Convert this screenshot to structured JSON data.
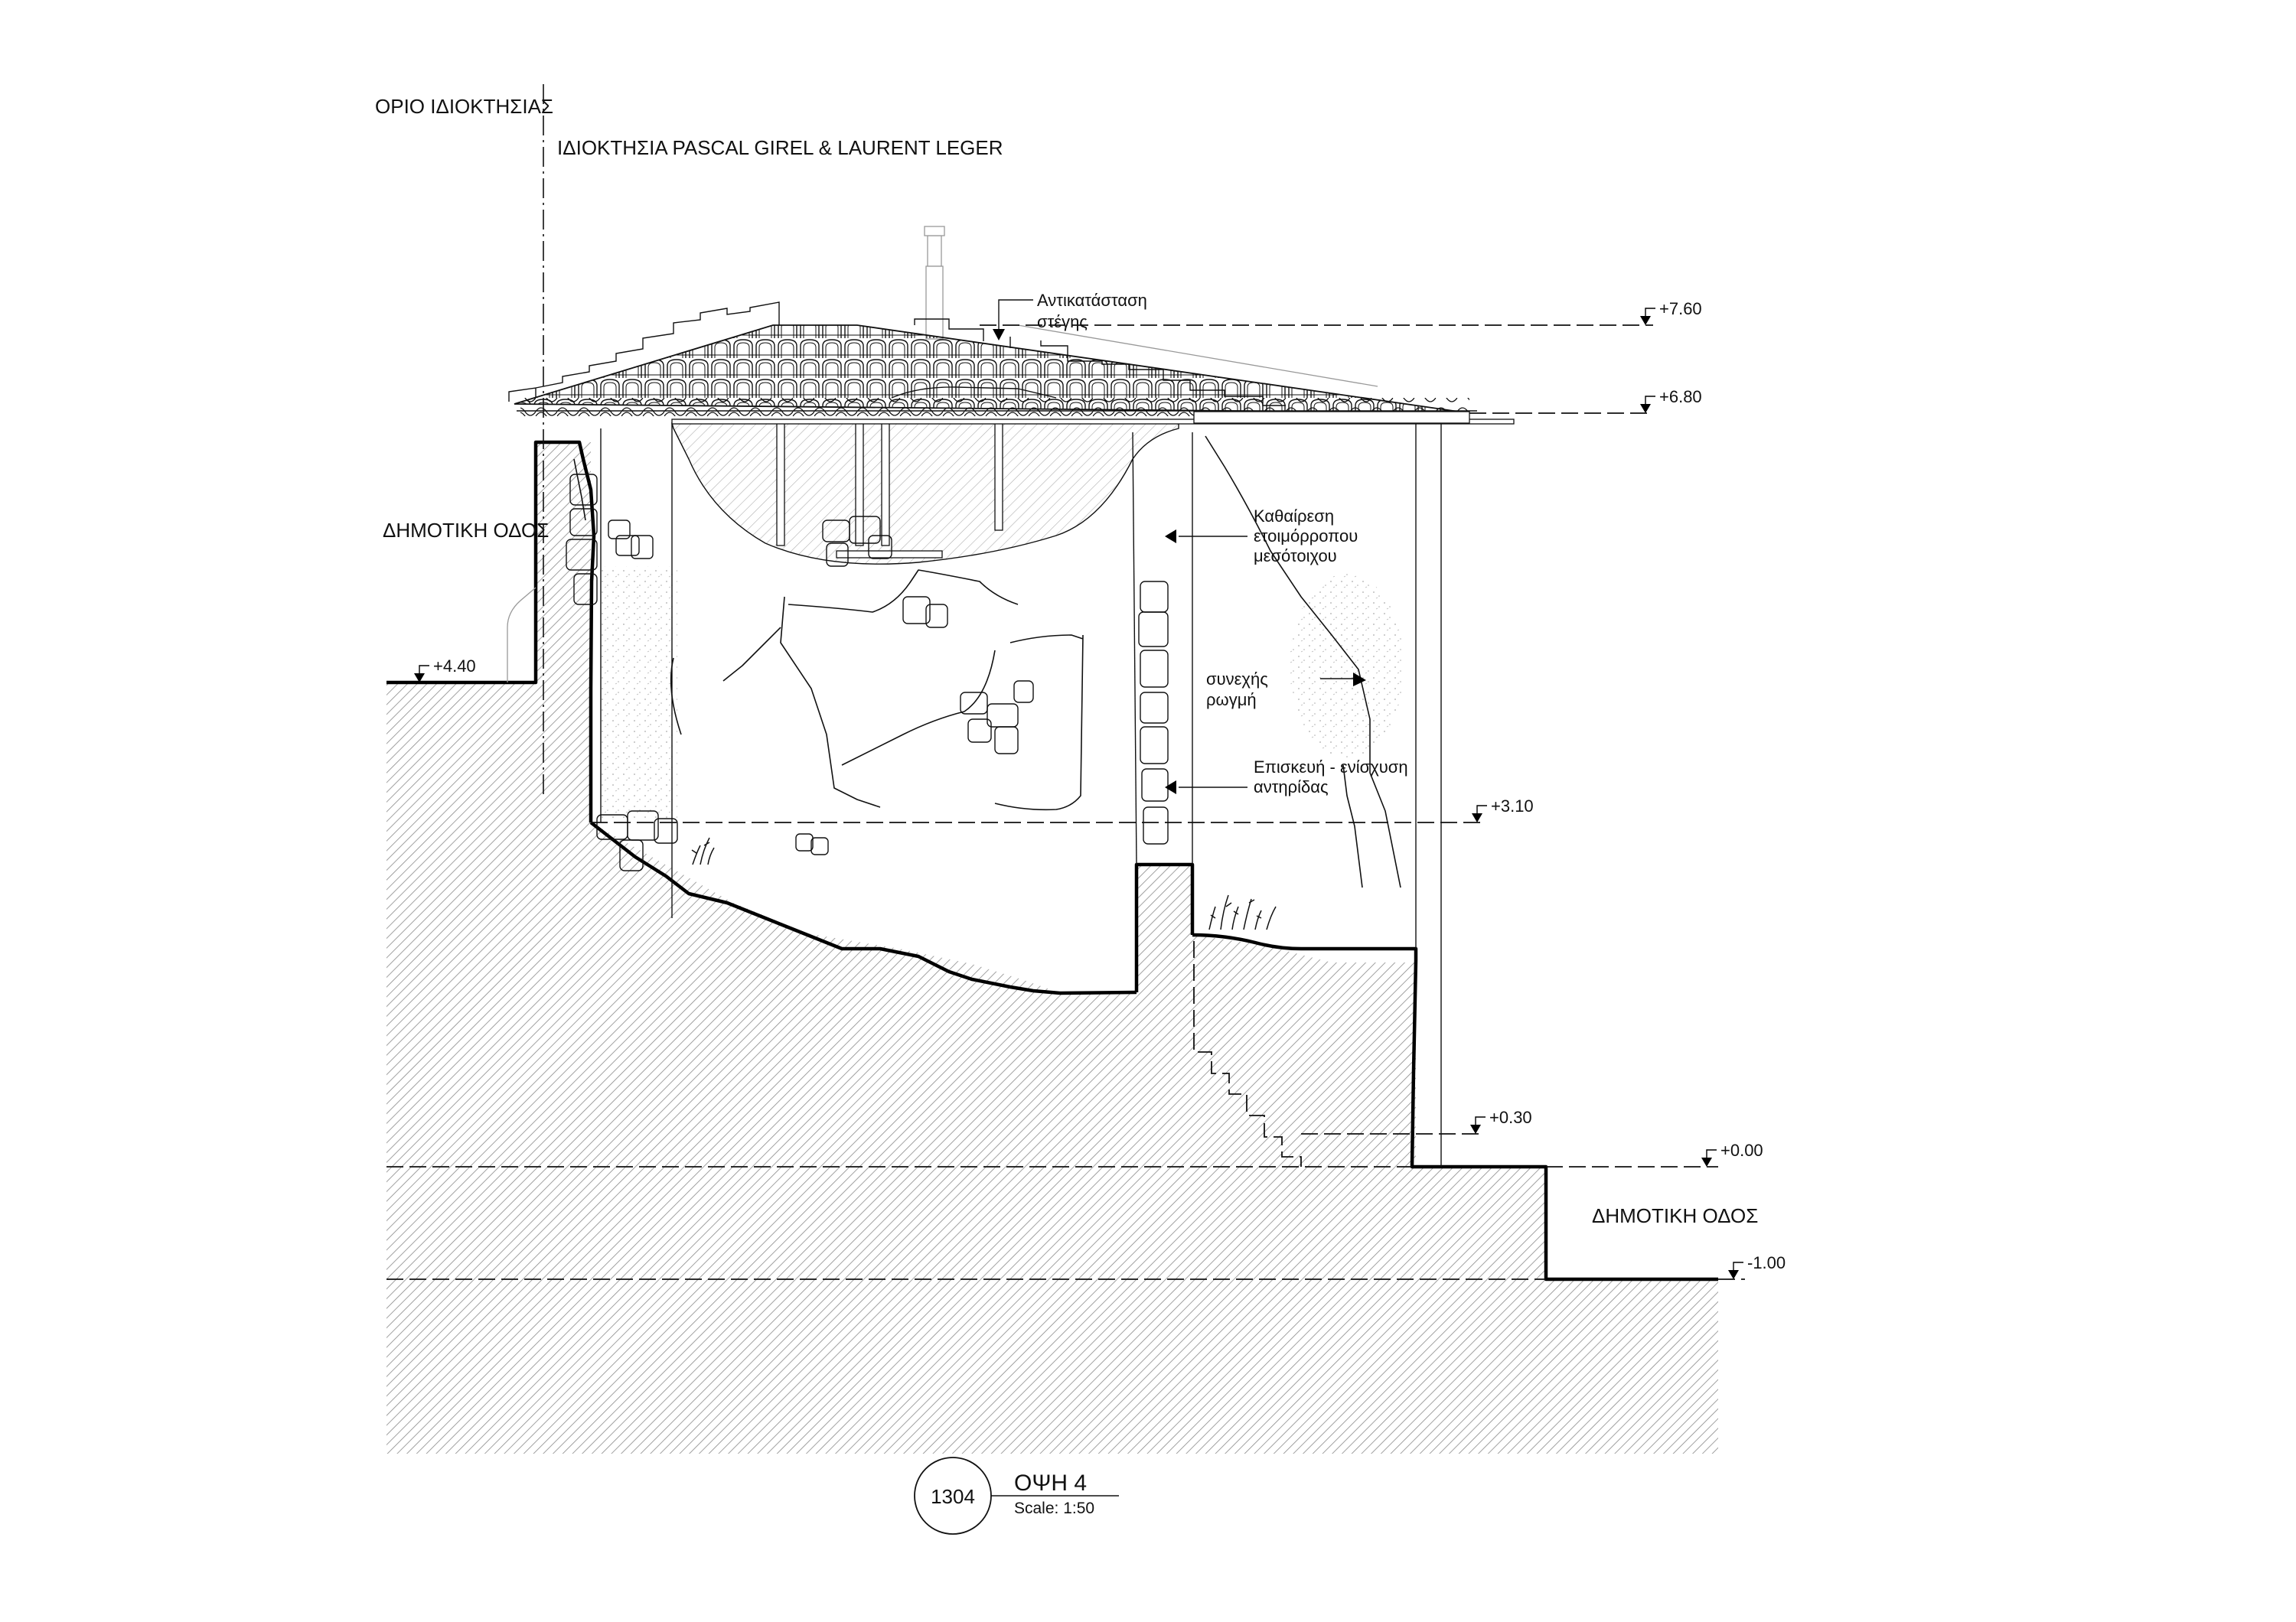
{
  "drawing": {
    "property_boundary_label": "ΟΡΙΟ ΙΔΙΟΚΤΗΣΙΑΣ",
    "neighbor_property_label": "ΙΔΙΟΚΤΗΣΙΑ PASCAL GIREL & LAURENT LEGER",
    "street_left_label": "ΔΗΜΟΤΙΚΗ ΟΔΟΣ",
    "street_right_label": "ΔΗΜΟΤΙΚΗ ΟΔΟΣ"
  },
  "annotations": {
    "roof_replacement": [
      "Αντικατάσταση",
      "στέγης"
    ],
    "demolish_wall": [
      "Καθαίρεση",
      "ετοιμόρροπου",
      "μεσότοιχου"
    ],
    "continuous_crack": [
      "συνεχής",
      "ρωγμή"
    ],
    "repair_buttress": [
      "Επισκευή - ενίσχυση",
      "αντηρίδας"
    ]
  },
  "levels": [
    {
      "id": "lvl-760",
      "label": "+7.60",
      "value": 7.6
    },
    {
      "id": "lvl-680",
      "label": "+6.80",
      "value": 6.8
    },
    {
      "id": "lvl-440",
      "label": "+4.40",
      "value": 4.4
    },
    {
      "id": "lvl-310",
      "label": "+3.10",
      "value": 3.1
    },
    {
      "id": "lvl-030",
      "label": "+0.30",
      "value": 0.3
    },
    {
      "id": "lvl-000",
      "label": "+0.00",
      "value": 0.0
    },
    {
      "id": "lvl-m100",
      "label": "-1.00",
      "value": -1.0
    }
  ],
  "title_block": {
    "number": "1304",
    "title": "ΟΨΗ 4",
    "scale": "Scale: 1:50"
  }
}
